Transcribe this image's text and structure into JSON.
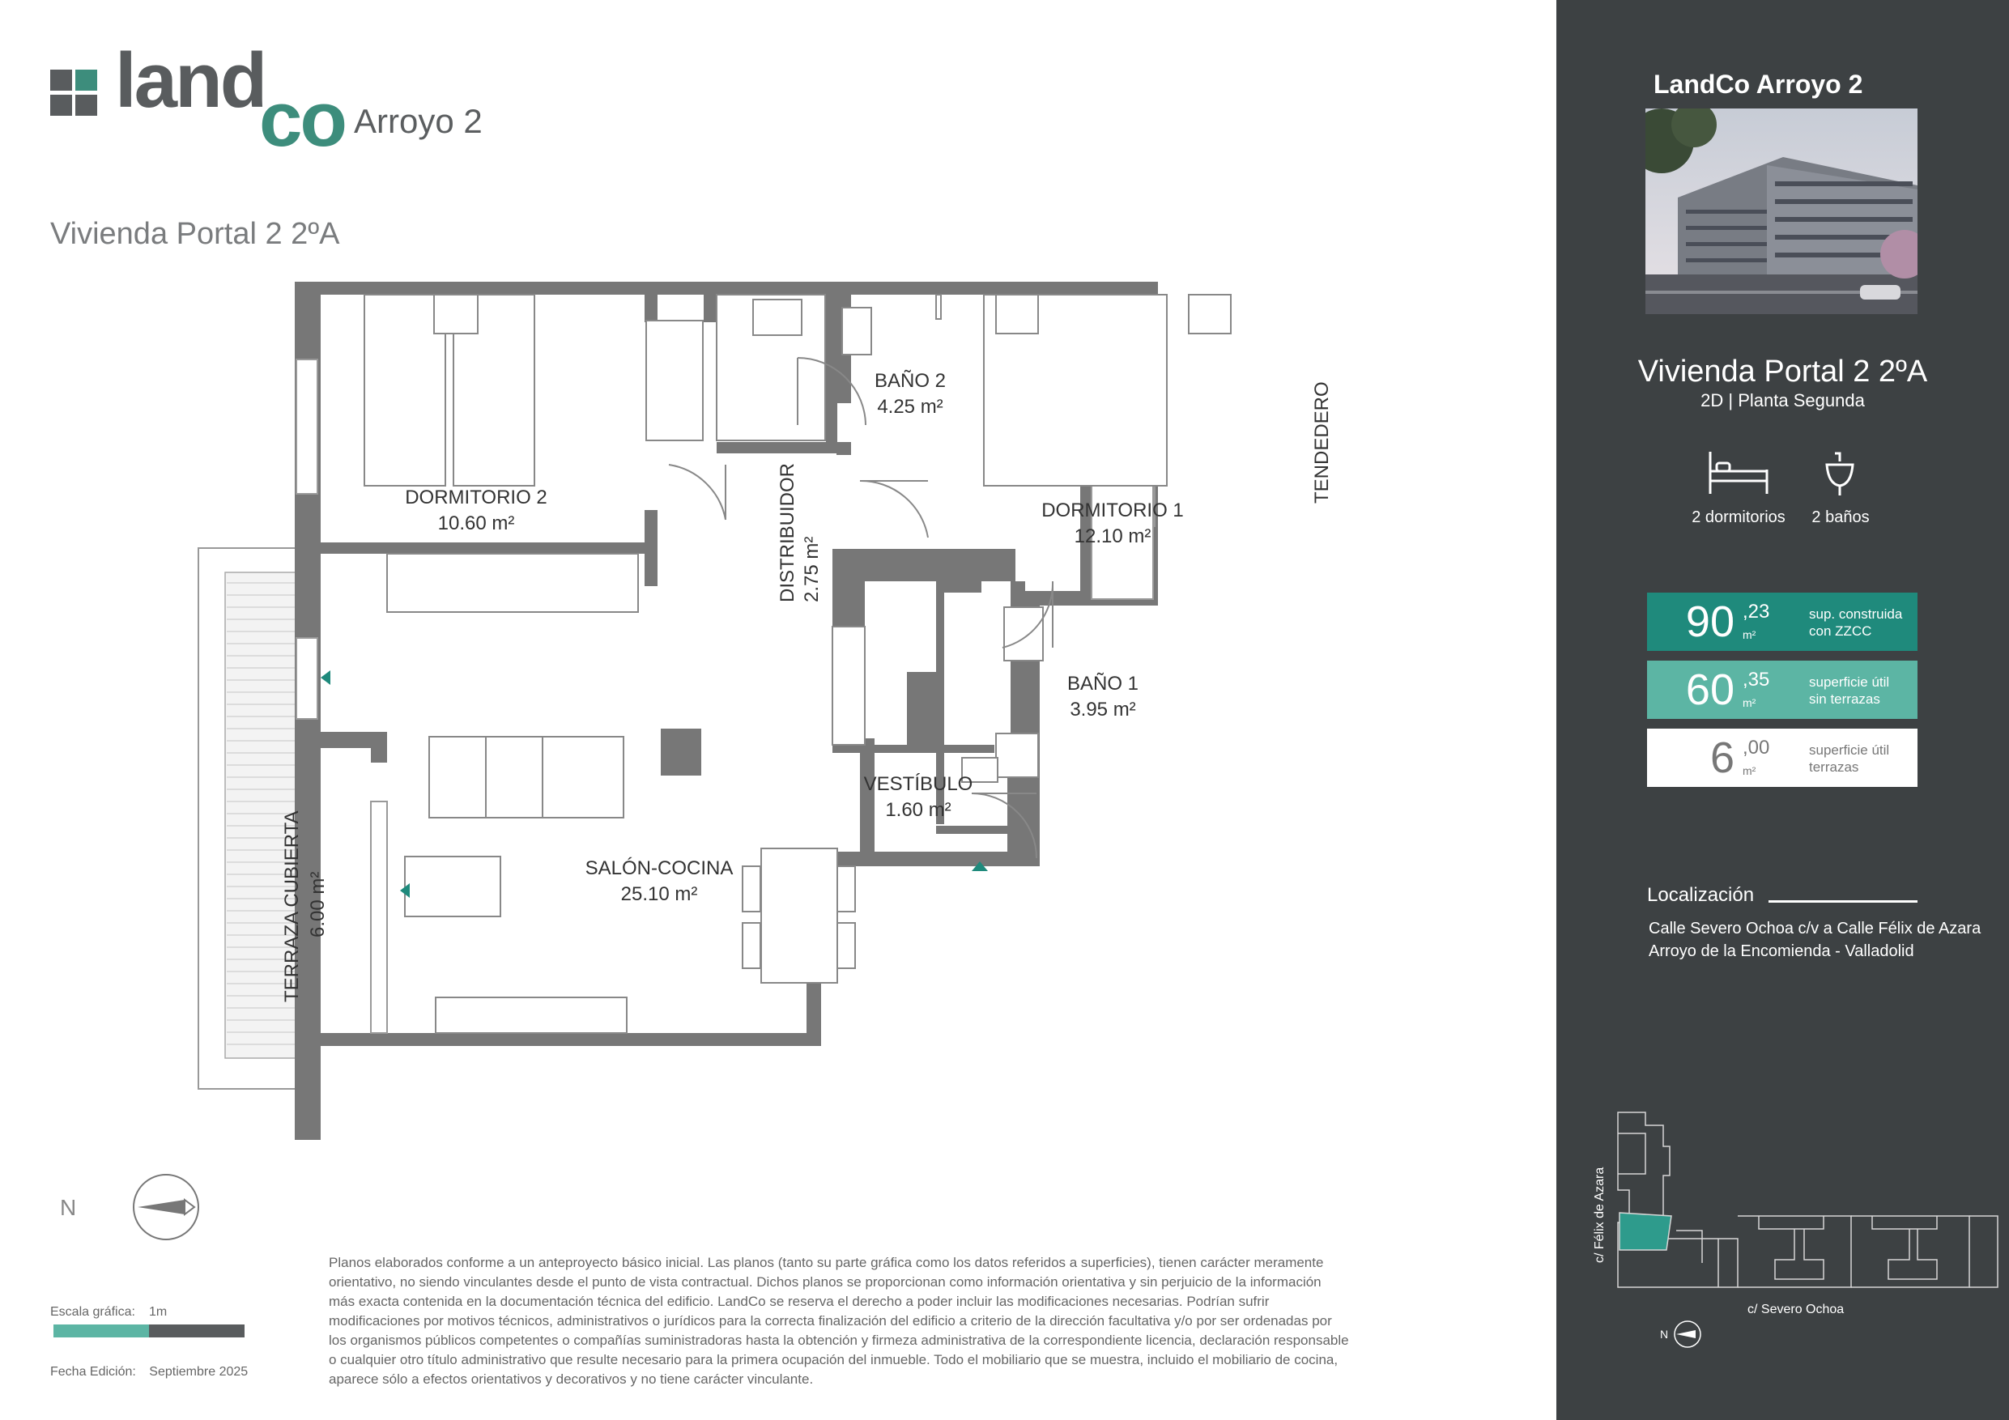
{
  "brand": {
    "logo_text_1": "land",
    "logo_text_2": "co",
    "project": "Arroyo 2",
    "colors": {
      "dark": "#595c5e",
      "teal": "#3d8d7c",
      "panel": "#3d4143",
      "box1": "#1f8a7c",
      "box2": "#5cb5a4",
      "box3": "#ffffff"
    }
  },
  "unit_title": "Vivienda Portal 2 2ºA",
  "rooms": [
    {
      "id": "dormitorio-2",
      "name": "DORMITORIO 2",
      "area": "10.60 m²"
    },
    {
      "id": "distribuidor",
      "name": "DISTRIBUIDOR",
      "area": "2.75 m²"
    },
    {
      "id": "bano-2",
      "name": "BAÑO 2",
      "area": "4.25 m²"
    },
    {
      "id": "dormitorio-1",
      "name": "DORMITORIO 1",
      "area": "12.10 m²"
    },
    {
      "id": "tendedero",
      "name": "TENDEDERO",
      "area": ""
    },
    {
      "id": "bano-1",
      "name": "BAÑO 1",
      "area": "3.95 m²"
    },
    {
      "id": "vestibulo",
      "name": "VESTÍBULO",
      "area": "1.60 m²"
    },
    {
      "id": "salon-cocina",
      "name": "SALÓN-COCINA",
      "area": "25.10 m²"
    },
    {
      "id": "terraza",
      "name": "TERRAZA CUBIERTA",
      "area": "6.00 m²"
    }
  ],
  "compass": {
    "label": "N"
  },
  "scale": {
    "label": "Escala gráfica:",
    "value": "1m"
  },
  "edition": {
    "label": "Fecha Edición:",
    "value": "Septiembre 2025"
  },
  "disclaimer": "Planos elaborados conforme a un anteproyecto básico inicial. Las planos (tanto su parte gráfica como los datos referidos a superficies), tienen carácter meramente orientativo, no siendo vinculantes desde el punto de vista contractual. Dichos planos se proporcionan como información orientativa y sin perjuicio de la información más exacta contenida en la documentación técnica del edificio. LandCo se reserva el derecho a poder incluir las modificaciones necesarias. Podrían sufrir modificaciones por motivos técnicos, administrativos o jurídicos para la correcta finalización del edificio a criterio de la dirección facultativa y/o por ser ordenadas por los organismos públicos competentes o compañías suministradoras hasta la obtención y firmeza administrativa de la correspondiente licencia, declaración responsable o cualquier otro título administrativo que resulte necesario para la primera ocupación del inmueble. Todo el mobiliario que se muestra, incluido el mobiliario de cocina, aparece sólo a efectos orientativos y decorativos y no tiene carácter vinculante.",
  "panel": {
    "title": "LandCo Arroyo 2",
    "unit": "Vivienda Portal 2 2ºA",
    "subtitle": "2D | Planta Segunda",
    "bedrooms_label": "2 dormitorios",
    "bathrooms_label": "2 baños",
    "areas": [
      {
        "int": "90",
        "dec": ",23",
        "unit": "m²",
        "desc_1": "sup. construida",
        "desc_2": "con ZZCC"
      },
      {
        "int": "60",
        "dec": ",35",
        "unit": "m²",
        "desc_1": "superficie útil",
        "desc_2": "sin terrazas"
      },
      {
        "int": "6",
        "dec": ",00",
        "unit": "m²",
        "desc_1": "superficie útil",
        "desc_2": "terrazas"
      }
    ],
    "location_label": "Localización",
    "address_1": "Calle Severo Ochoa c/v a Calle Félix de Azara",
    "address_2": "Arroyo de la Encomienda - Valladolid",
    "map_street_1": "c/ Félix de Azara",
    "map_street_2": "c/ Severo Ochoa",
    "map_north": "N"
  }
}
